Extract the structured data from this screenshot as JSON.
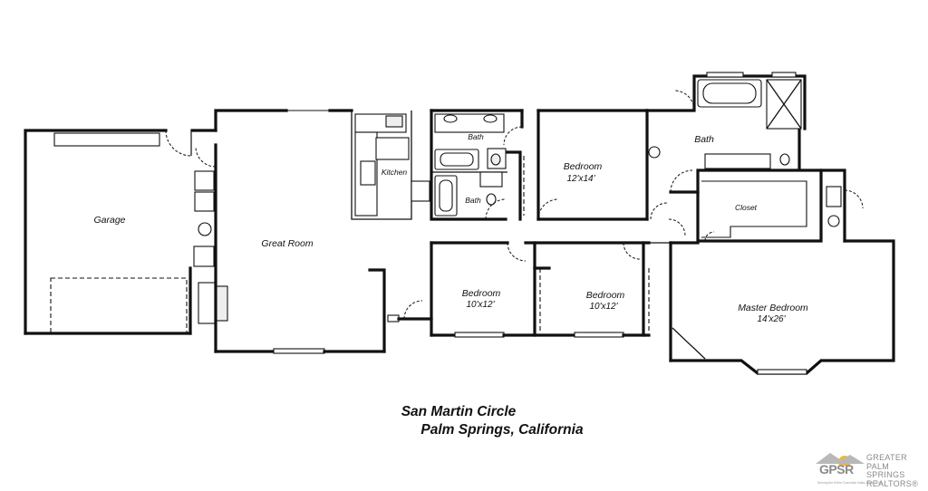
{
  "rooms": {
    "garage": {
      "name": "Garage"
    },
    "great_room": {
      "name": "Great Room"
    },
    "kitchen": {
      "name": "Kitchen"
    },
    "bath_upper": {
      "name": "Bath"
    },
    "bath_lower": {
      "name": "Bath"
    },
    "bedroom_1": {
      "name": "Bedroom",
      "dimensions": "12'x14'"
    },
    "bath_master": {
      "name": "Bath"
    },
    "closet": {
      "name": "Closet"
    },
    "bedroom_2": {
      "name": "Bedroom",
      "dimensions": "10'x12'"
    },
    "bedroom_3": {
      "name": "Bedroom",
      "dimensions": "10'x12'"
    },
    "master_bedroom": {
      "name": "Master Bedroom",
      "dimensions": "14'x26'"
    }
  },
  "caption": {
    "street": "San Martin Circle",
    "city": "Palm Springs, California"
  },
  "logo": {
    "letters": "GPSR",
    "line1": "GREATER",
    "line2": "PALM SPRINGS",
    "line3": "REALTORS®",
    "tagline": "Serving the Entire Coachella Valley Since 1925"
  },
  "colors": {
    "wall": "#111111",
    "background": "#ffffff",
    "logo_gray": "#8a8a8a",
    "logo_sun": "#f2b53a"
  }
}
